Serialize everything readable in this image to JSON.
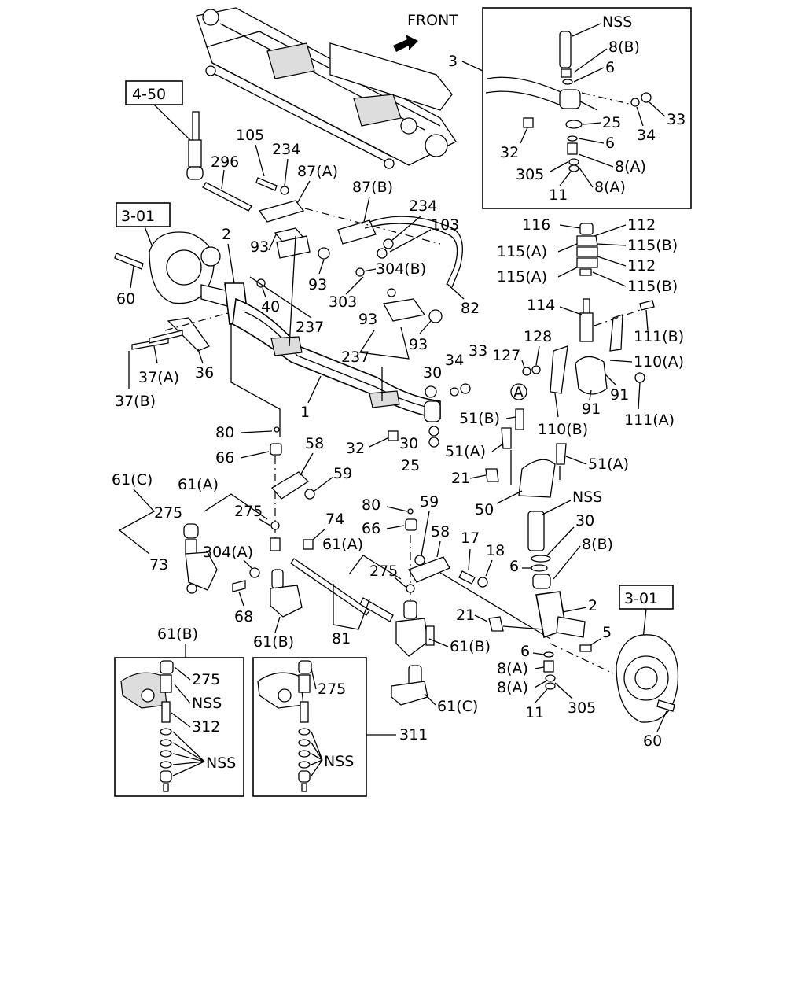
{
  "labels": {
    "front": "FRONT",
    "ref_450": "4-50",
    "ref_301_left": "3-01",
    "ref_301_right": "3-01",
    "l_3": "3",
    "l_nss_top": "NSS",
    "l_8b_top": "8(B)",
    "l_6_top": "6",
    "l_33_top": "33",
    "l_34_top": "34",
    "l_25_top": "25",
    "l_6_top2": "6",
    "l_32_top": "32",
    "l_8a_top": "8(A)",
    "l_305_top": "305",
    "l_11_top": "11",
    "l_8a_top2": "8(A)",
    "l_105": "105",
    "l_234": "234",
    "l_296": "296",
    "l_87a": "87(A)",
    "l_87b": "87(B)",
    "l_234b": "234",
    "l_103": "103",
    "l_2_left": "2",
    "l_93_a": "93",
    "l_93_b": "93",
    "l_304b": "304(B)",
    "l_60_left": "60",
    "l_40": "40",
    "l_303": "303",
    "l_82": "82",
    "l_237_a": "237",
    "l_93_c": "93",
    "l_93_d": "93",
    "l_237_b": "237",
    "l_37a": "37(A)",
    "l_36": "36",
    "l_37b": "37(B)",
    "l_30_a": "30",
    "l_34": "34",
    "l_33": "33",
    "l_1": "1",
    "l_80_a": "80",
    "l_66_a": "66",
    "l_58_a": "58",
    "l_59_a": "59",
    "l_32": "32",
    "l_30_b": "30",
    "l_25": "25",
    "l_116": "116",
    "l_112_a": "112",
    "l_115a_a": "115(A)",
    "l_115b_a": "115(B)",
    "l_112_b": "112",
    "l_115a_b": "115(A)",
    "l_115b_b": "115(B)",
    "l_114": "114",
    "l_111b": "111(B)",
    "l_127": "127",
    "l_128": "128",
    "l_110a": "110(A)",
    "l_91_a": "91",
    "l_91_b": "91",
    "l_111a": "111(A)",
    "l_a_circle": "A",
    "l_51b": "51(B)",
    "l_110b": "110(B)",
    "l_51a_a": "51(A)",
    "l_51a_b": "51(A)",
    "l_21_a": "21",
    "l_50": "50",
    "l_nss_mid": "NSS",
    "l_30_c": "30",
    "l_8b_mid": "8(B)",
    "l_6_mid": "6",
    "l_61c_a": "61(C)",
    "l_61a_a": "61(A)",
    "l_275_a": "275",
    "l_275_b": "275",
    "l_73": "73",
    "l_304a": "304(A)",
    "l_74": "74",
    "l_61a_b": "61(A)",
    "l_80_b": "80",
    "l_59_b": "59",
    "l_66_b": "66",
    "l_58_b": "58",
    "l_17": "17",
    "l_18": "18",
    "l_275_c": "275",
    "l_68": "68",
    "l_61b_a": "61(B)",
    "l_81": "81",
    "l_21_b": "21",
    "l_2_right": "2",
    "l_5": "5",
    "l_61b_b": "61(B)",
    "l_6_bot": "6",
    "l_8a_bot": "8(A)",
    "l_8a_bot2": "8(A)",
    "l_11_bot": "11",
    "l_305_bot": "305",
    "l_61c_b": "61(C)",
    "l_60_right": "60",
    "l_61b_box": "61(B)",
    "l_275_box1": "275",
    "l_nss_box1a": "NSS",
    "l_312": "312",
    "l_nss_box1b": "NSS",
    "l_275_box2": "275",
    "l_nss_box2": "NSS",
    "l_311": "311"
  }
}
